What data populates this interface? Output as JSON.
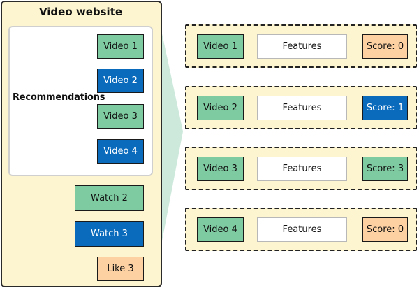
{
  "website": {
    "title": "Video website",
    "recommendations_label": "Recommendations",
    "recommended_videos": [
      "Video 1",
      "Video 2",
      "Video 3",
      "Video 4"
    ],
    "actions": [
      "Watch 2",
      "Watch 3",
      "Like 3"
    ]
  },
  "rows": [
    {
      "video": "Video 1",
      "features": "Features",
      "score": "Score: 0"
    },
    {
      "video": "Video 2",
      "features": "Features",
      "score": "Score: 1"
    },
    {
      "video": "Video 3",
      "features": "Features",
      "score": "Score: 3"
    },
    {
      "video": "Video 4",
      "features": "Features",
      "score": "Score: 0"
    }
  ],
  "colors": {
    "panel_background": "#fdf5cf",
    "green": "#7ecba1",
    "blue": "#0a6bbd",
    "orange": "#fdd1a2",
    "connector": "#cde9dc"
  }
}
